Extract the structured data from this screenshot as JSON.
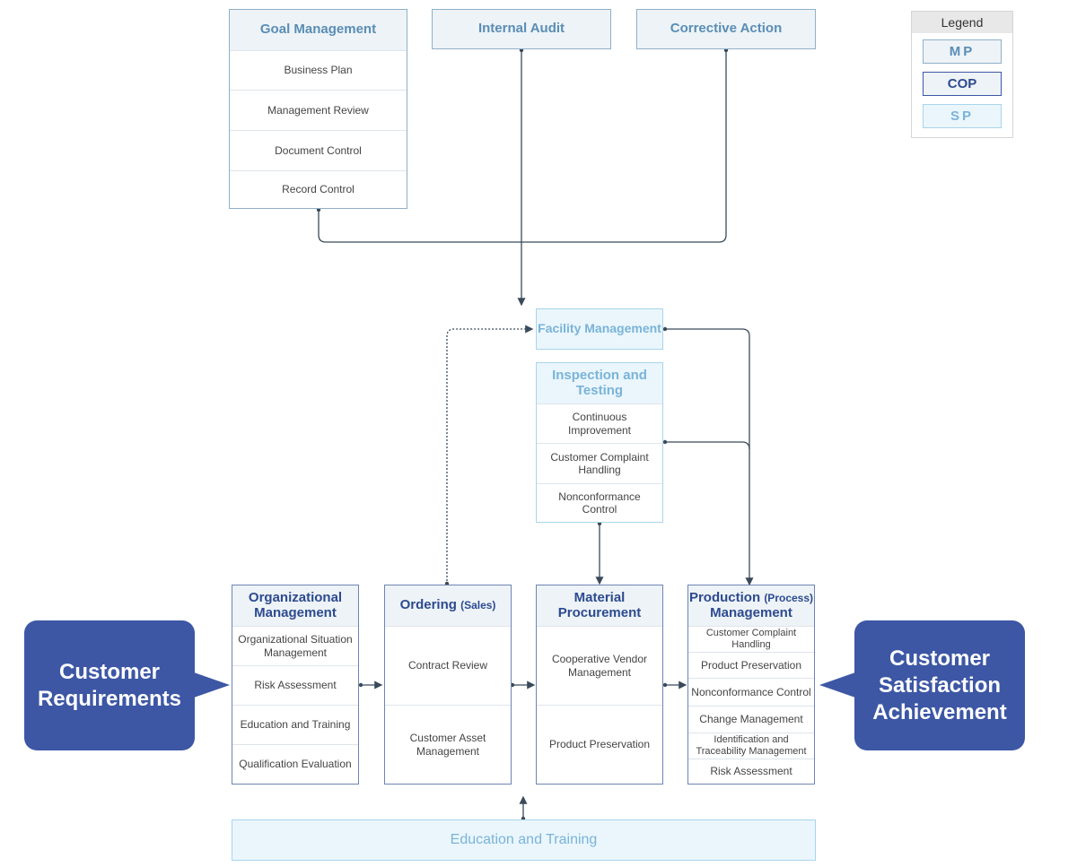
{
  "legend": {
    "title": "Legend",
    "items": [
      {
        "label": "MP",
        "border": "#8fb0c8",
        "fill": "#edf3f7",
        "text_color": "#5a8db5"
      },
      {
        "label": "COP",
        "border": "#3d57a5",
        "fill": "#edf3f7",
        "text_color": "#2d4a8f"
      },
      {
        "label": "SP",
        "border": "#a9d4ec",
        "fill": "#eaf6fc",
        "text_color": "#7ab3d8"
      }
    ]
  },
  "goal_management": {
    "title": "Goal Management",
    "items": [
      "Business Plan",
      "Management Review",
      "Document Control",
      "Record Control"
    ]
  },
  "internal_audit": {
    "title": "Internal Audit"
  },
  "corrective_action": {
    "title": "Corrective Action"
  },
  "facility_management": {
    "title": "Facility Management"
  },
  "inspection_testing": {
    "title": "Inspection and Testing",
    "items": [
      "Continuous Improvement",
      "Customer Complaint Handling",
      "Nonconformance Control"
    ]
  },
  "organizational_management": {
    "title": "Organizational Management",
    "items": [
      "Organizational Situation Management",
      "Risk Assessment",
      "Education and Training",
      "Qualification Evaluation"
    ]
  },
  "ordering": {
    "title": "Ordering",
    "title_sub": "(Sales)",
    "items": [
      "Contract Review",
      "Customer Asset Management"
    ]
  },
  "material_procurement": {
    "title": "Material Procurement",
    "items": [
      "Cooperative Vendor Management",
      "Product Preservation"
    ]
  },
  "production_management": {
    "title_part1": "Production",
    "title_sub": "(Process)",
    "title_part2": "Management",
    "items": [
      "Customer Complaint Handling",
      "Product Preservation",
      "Nonconformance Control",
      "Change Management",
      "Identification and Traceability Management",
      "Risk Assessment"
    ]
  },
  "education_training_bar": {
    "title": "Education and Training"
  },
  "customer_requirements": {
    "text": "Customer Requirements"
  },
  "customer_satisfaction": {
    "text": "Customer Satisfaction Achievement"
  },
  "colors": {
    "mp_border": "#8fb0c8",
    "cop_border": "#3d57a5",
    "sp_border": "#a9d4ec",
    "callout_fill": "#3d57a5",
    "connector": "#3a4a5a"
  }
}
